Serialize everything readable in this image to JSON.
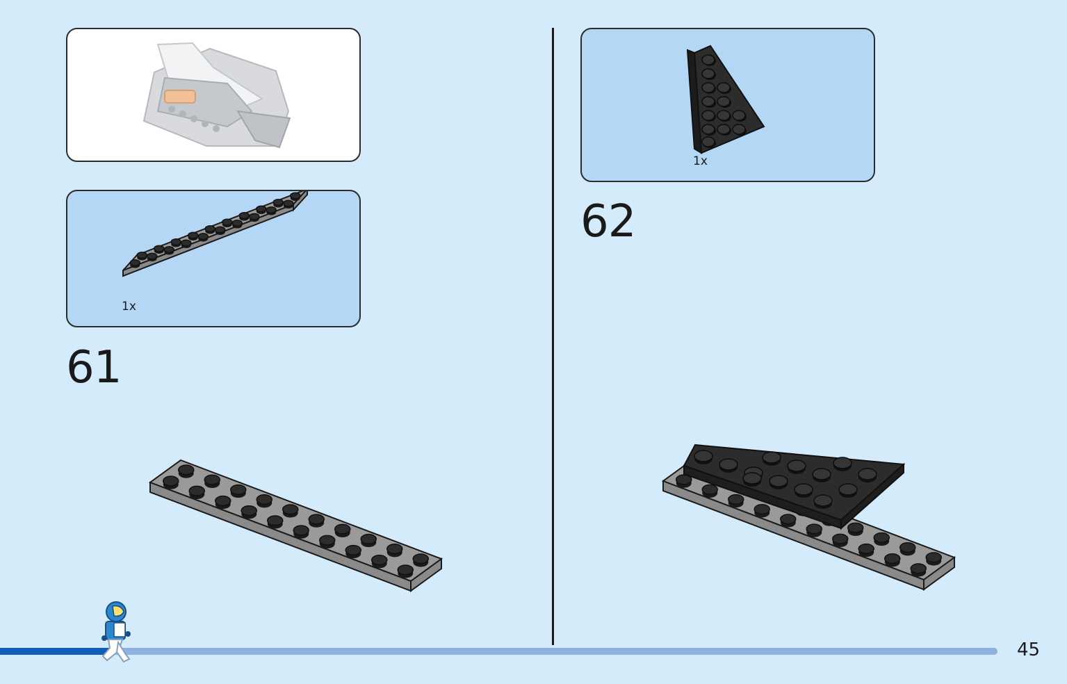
{
  "steps": [
    {
      "number": "61",
      "parts": [
        {
          "quantity": "1x",
          "piece": "plate-2x10-gray"
        }
      ]
    },
    {
      "number": "62",
      "parts": [
        {
          "quantity": "1x",
          "piece": "wedge-plate-black"
        }
      ]
    }
  ],
  "page": {
    "number": "45",
    "progress_fraction": 0.11
  },
  "colors": {
    "background": "#d4ebfb",
    "parts_box": "#b3d7f5",
    "plate_gray": "#9a9a9a",
    "brick_black": "#2c2c2c",
    "progress_fill": "#0f5db5",
    "progress_track": "#8fb1e0"
  },
  "icons": [
    "spaceship-preview-icon",
    "plate-2x10-icon",
    "wedge-plate-icon",
    "astronaut-icon"
  ]
}
